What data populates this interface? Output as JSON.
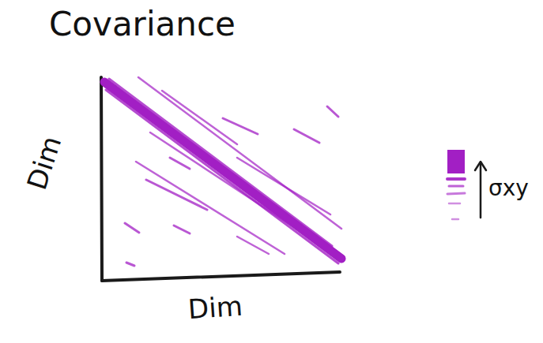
{
  "diagram": {
    "title": "Covariance",
    "labels": [
      "Dim",
      "Dim",
      "σxy"
    ]
  }
}
